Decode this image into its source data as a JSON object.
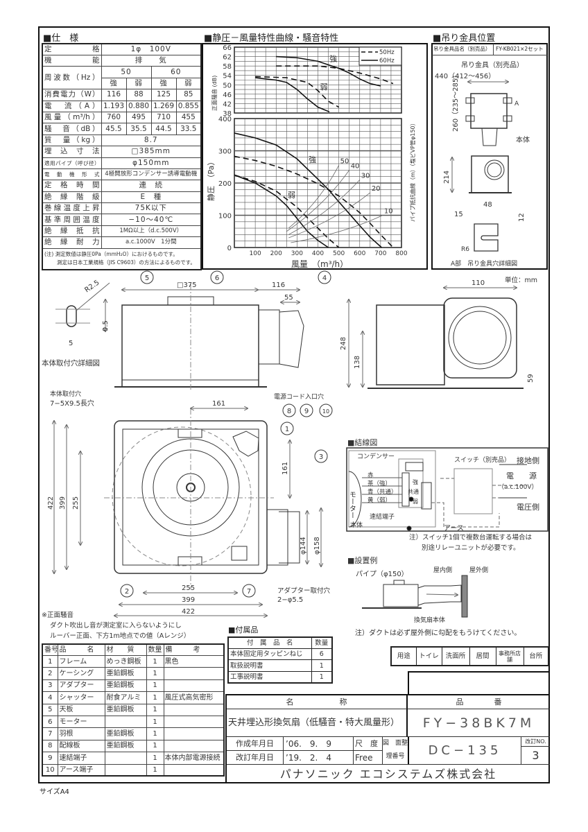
{
  "spec": {
    "title": "■仕　様",
    "rows": [
      {
        "label": "定　　　格",
        "span": "1φ　100V"
      },
      {
        "label": "機　　　能",
        "span": "排　　気"
      },
      {
        "label": "周波数（Hz）",
        "hz": [
          "50",
          "60"
        ],
        "sub": [
          "強",
          "弱",
          "強",
          "弱"
        ]
      },
      {
        "label": "消費電力（W）",
        "values": [
          "116",
          "88",
          "125",
          "85"
        ]
      },
      {
        "label": "電　流（A）",
        "values": [
          "1.193",
          "0.880",
          "1.269",
          "0.855"
        ]
      },
      {
        "label": "風量（m³/h）",
        "values": [
          "760",
          "495",
          "710",
          "455"
        ]
      },
      {
        "label": "騒　音（dB）",
        "values": [
          "45.5",
          "35.5",
          "44.5",
          "33.5"
        ]
      },
      {
        "label": "質　量（kg）",
        "span": "8.7"
      },
      {
        "label": "埋 込 寸 法",
        "span": "□385mm"
      },
      {
        "label": "適用パイプ（呼び径）",
        "span": "φ150mm"
      },
      {
        "label": "電 動 機 形 式",
        "span": "4極開放形コンデンサー誘導電動機"
      },
      {
        "label": "定 格 時 間",
        "span": "連　続"
      },
      {
        "label": "絶 縁 階 級",
        "span": "E　種"
      },
      {
        "label": "巻線温度上昇",
        "span": "75K以下"
      },
      {
        "label": "基準周囲温度",
        "span": "−10〜40℃"
      },
      {
        "label": "絶 縁 抵 抗",
        "span": "1MΩ以上（d.c.500V）"
      },
      {
        "label": "絶 縁 耐 力",
        "span": "a.c.1000V　1分間"
      }
    ],
    "note": [
      "(注) 測定数値は静圧0Pa（mmH₂O）におけるものです。",
      "測定は日本工業規格（JIS C9603）の方法によるものです。"
    ]
  },
  "chart_section_title": "■静圧－風量特性曲線・騒音特性",
  "chart_data": [
    {
      "type": "line",
      "title": "騒音特性",
      "ylabel": "正面騒音 (dB)",
      "xlim": [
        0,
        800
      ],
      "ylim": [
        38,
        66
      ],
      "yticks": [
        "66",
        "62",
        "58",
        "54",
        "50",
        "46",
        "42",
        "38"
      ],
      "legend": [
        "50Hz",
        "60Hz"
      ],
      "legend_position": "top-right",
      "annotations": [
        "強",
        "弱"
      ],
      "series": [
        {
          "name": "60Hz 強",
          "style": "solid",
          "points": [
            [
              200,
              62
            ],
            [
              300,
              61.5
            ],
            [
              400,
              60
            ],
            [
              450,
              58.5
            ],
            [
              500,
              57
            ],
            [
              550,
              55
            ],
            [
              600,
              52.5
            ],
            [
              650,
              50.5
            ],
            [
              700,
              49.5
            ]
          ]
        },
        {
          "name": "50Hz 強",
          "style": "dashed",
          "points": [
            [
              200,
              58
            ],
            [
              400,
              58
            ],
            [
              500,
              57
            ],
            [
              600,
              55
            ],
            [
              700,
              52.5
            ],
            [
              760,
              50.5
            ]
          ]
        },
        {
          "name": "60Hz 弱",
          "style": "solid",
          "points": [
            [
              100,
              53
            ],
            [
              200,
              52
            ],
            [
              250,
              51
            ],
            [
              300,
              48
            ],
            [
              350,
              44
            ],
            [
              400,
              40.5
            ],
            [
              455,
              38.5
            ]
          ]
        },
        {
          "name": "50Hz 弱",
          "style": "dashed",
          "points": [
            [
              100,
              53.5
            ],
            [
              250,
              53
            ],
            [
              300,
              52
            ],
            [
              350,
              51
            ],
            [
              400,
              47.5
            ],
            [
              450,
              43
            ],
            [
              500,
              40.5
            ]
          ]
        }
      ]
    },
    {
      "type": "line",
      "title": "静圧－風量特性",
      "xlabel": "風量　（m³/h）",
      "ylabel": "静圧　（Pa）",
      "y2label": "パイプ抵抗曲線（m）（塩ビVP管φ150）",
      "xlim": [
        0,
        800
      ],
      "ylim": [
        0,
        400
      ],
      "xticks": [
        "100",
        "200",
        "300",
        "400",
        "500",
        "600",
        "700",
        "800"
      ],
      "yticks": [
        "400",
        "300",
        "200",
        "100",
        "0"
      ],
      "annotations": [
        "強",
        "弱"
      ],
      "series": [
        {
          "name": "60Hz 強",
          "style": "solid",
          "points": [
            [
              0,
              355
            ],
            [
              100,
              340
            ],
            [
              200,
              318
            ],
            [
              300,
              275
            ],
            [
              400,
              212
            ],
            [
              450,
              180
            ],
            [
              500,
              142
            ],
            [
              550,
              105
            ],
            [
              600,
              68
            ],
            [
              650,
              32
            ],
            [
              705,
              0
            ]
          ]
        },
        {
          "name": "50Hz 強",
          "style": "dashed",
          "points": [
            [
              0,
              283
            ],
            [
              100,
              270
            ],
            [
              200,
              252
            ],
            [
              300,
              228
            ],
            [
              400,
              198
            ],
            [
              500,
              160
            ],
            [
              550,
              135
            ],
            [
              600,
              108
            ],
            [
              650,
              75
            ],
            [
              700,
              40
            ],
            [
              760,
              0
            ]
          ]
        },
        {
          "name": "60Hz 弱",
          "style": "solid",
          "points": [
            [
              0,
              225
            ],
            [
              100,
              200
            ],
            [
              200,
              160
            ],
            [
              250,
              130
            ],
            [
              300,
              90
            ],
            [
              350,
              50
            ],
            [
              400,
              22
            ],
            [
              450,
              0
            ]
          ]
        },
        {
          "name": "50Hz 弱",
          "style": "dashed",
          "points": [
            [
              0,
              225
            ],
            [
              100,
              205
            ],
            [
              200,
              175
            ],
            [
              300,
              125
            ],
            [
              350,
              92
            ],
            [
              400,
              60
            ],
            [
              450,
              28
            ],
            [
              500,
              0
            ]
          ]
        }
      ],
      "pipe_curves": [
        {
          "label": "50",
          "points": [
            [
              260,
              60
            ],
            [
              500,
              255
            ]
          ]
        },
        {
          "label": "40",
          "points": [
            [
              250,
              50
            ],
            [
              550,
              240
            ]
          ]
        },
        {
          "label": "30",
          "points": [
            [
              260,
              40
            ],
            [
              600,
              210
            ]
          ]
        },
        {
          "label": "20",
          "points": [
            [
              260,
              30
            ],
            [
              650,
              170
            ]
          ]
        },
        {
          "label": "10",
          "points": [
            [
              270,
              15
            ],
            [
              710,
              100
            ]
          ]
        }
      ]
    }
  ],
  "hanger": {
    "title": "■吊り金具位置",
    "name_label": "吊り金具品名（別売品）",
    "name_value": "FY-KB021×2セット",
    "bracket_label": "吊り金具（別売品）",
    "width_dim": "440（412〜456）",
    "height_dim": "260（235〜285）",
    "body_label": "本体",
    "a_label": "A",
    "dim_214": "214",
    "dim_48": "48",
    "dim_15": "15",
    "dim_12": "12",
    "r6": "R6",
    "detail_caption": "A部　吊り金具穴詳細図"
  },
  "drawing": {
    "unit": "単位：mm",
    "hole_detail": {
      "r": "R2.5",
      "h": "9.5",
      "w": "5",
      "caption": "本体取付穴詳細図"
    },
    "side": {
      "d375": "□375",
      "d116": "116",
      "d55": "55",
      "d248": "248",
      "d138": "138",
      "d110": "110",
      "d59": "59"
    },
    "plan": {
      "mount_label": "本体取付穴",
      "mount_spec": "7−5X9.5長穴",
      "cord_label": "電源コード入口穴",
      "d161a": "161",
      "d161b": "161",
      "d422v": "422",
      "d399v": "399",
      "d255v": "255",
      "d255h": "255",
      "d399h": "399",
      "d422h": "422",
      "d144": "φ144",
      "d158": "φ158",
      "adapter_label": "アダプター取付穴",
      "adapter_spec": "2−φ5.5"
    },
    "bubbles": [
      "1",
      "2",
      "3",
      "4",
      "5",
      "6",
      "7",
      "8",
      "9",
      "10"
    ],
    "noise_note": [
      "※正面騒音",
      "ダクト吹出し音が測定室に入らないようにし",
      "ルーバー正面、下方1m地点での値（Aレンジ）"
    ]
  },
  "wiring": {
    "title": "■結線図",
    "capacitor": "コンデンサー",
    "motor": "モーター",
    "wires": [
      "赤",
      "茶（強）",
      "青（共通）",
      "黄（弱）"
    ],
    "terminal_labels": [
      "強",
      "共通",
      "弱"
    ],
    "terminal": "速結端子",
    "body": "本体",
    "switch": "スイッチ（別売品）",
    "ground_side": "接地側",
    "power": "電　　源",
    "power_spec": "（a.c.100V）",
    "voltage_side": "電圧側",
    "earth": "アース",
    "note": [
      "注）スイッチ1個で複数台運転する場合は",
      "別途リレーユニットが必要です。"
    ]
  },
  "install": {
    "title": "■設置例",
    "pipe": "パイプ（φ150）",
    "indoor": "屋内側",
    "outdoor": "屋外側",
    "unit": "換気扇本体",
    "note": "注）ダクトは必ず屋外側に勾配をもうけてください。"
  },
  "accessories": {
    "title": "■付属品",
    "headers": [
      "付　属　品　名",
      "数量"
    ],
    "rows": [
      [
        "本体固定用タッピンねじ",
        "6"
      ],
      [
        "取扱説明書",
        "1"
      ],
      [
        "工事説明書",
        "1"
      ]
    ]
  },
  "usage": [
    "用途",
    "トイレ",
    "洗面所",
    "居間",
    "事務所店舗",
    "台所"
  ],
  "parts": {
    "headers": [
      "番号",
      "品　　　名",
      "材　　質",
      "数量",
      "備　　　考"
    ],
    "rows": [
      [
        "1",
        "フレーム",
        "めっき鋼板",
        "1",
        "黒色"
      ],
      [
        "2",
        "ケーシング",
        "亜鉛鋼板",
        "1",
        ""
      ],
      [
        "3",
        "アダプター",
        "亜鉛鋼板",
        "1",
        ""
      ],
      [
        "4",
        "シャッター",
        "耐食アルミ",
        "1",
        "風圧式高気密形"
      ],
      [
        "5",
        "天板",
        "亜鉛鋼板",
        "1",
        ""
      ],
      [
        "6",
        "モーター",
        "",
        "1",
        ""
      ],
      [
        "7",
        "羽根",
        "亜鉛鋼板",
        "1",
        ""
      ],
      [
        "8",
        "配線板",
        "亜鉛鋼板",
        "1",
        ""
      ],
      [
        "9",
        "速結端子",
        "",
        "1",
        "本体内部電源接続"
      ],
      [
        "10",
        "アース端子",
        "",
        "1",
        ""
      ]
    ]
  },
  "title_block": {
    "name_header": "名　　　　　　称",
    "number_header": "品　　　　番",
    "product_name": "天井埋込形換気扇（低騒音・特大風量形）",
    "product_number": "FY−38BK7M",
    "created_label": "作成年月日",
    "created": "’06.　9.　9",
    "revised_label": "改訂年月日",
    "revised": "’19.　2.　4",
    "scale_label": "尺　度",
    "scale": "Free",
    "drawing_no_label": "図　面整理番号",
    "drawing_no": "DC−135",
    "rev_label": "改訂NO.",
    "rev": "3",
    "company": "パナソニック エコシステムズ株式会社"
  },
  "size": "サイズA4"
}
